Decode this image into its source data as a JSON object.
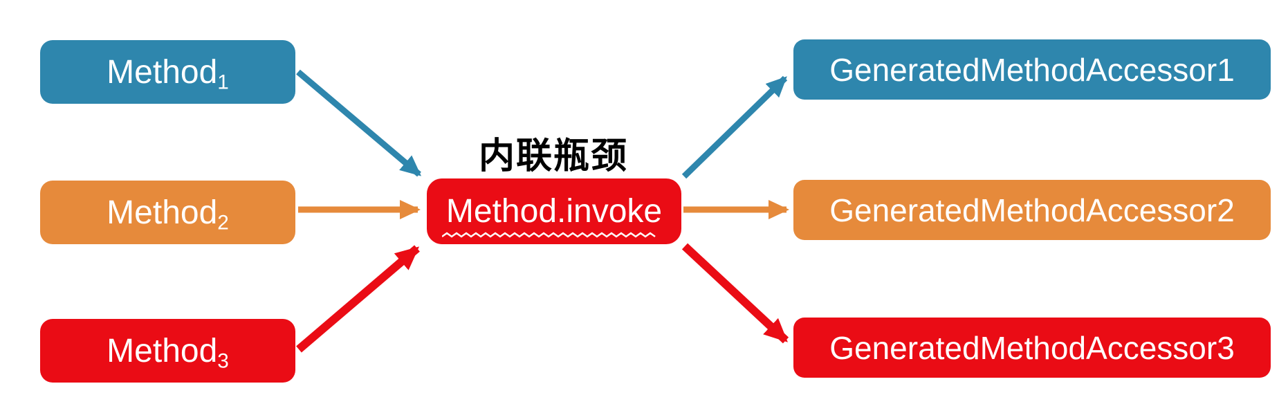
{
  "colors": {
    "blue": "#2E86AD",
    "orange": "#E68A3B",
    "red": "#EA0C15",
    "box_text": "#FFFFFF",
    "label_text": "#000000",
    "background": "#FFFFFF"
  },
  "diagram": {
    "bottleneck_label": "内联瓶颈",
    "center_box": {
      "label": "Method.invoke"
    },
    "left_boxes": [
      {
        "label": "Method",
        "subscript": "1",
        "color": "blue"
      },
      {
        "label": "Method",
        "subscript": "2",
        "color": "orange"
      },
      {
        "label": "Method",
        "subscript": "3",
        "color": "red"
      }
    ],
    "right_boxes": [
      {
        "label": "GeneratedMethodAccessor1",
        "color": "blue"
      },
      {
        "label": "GeneratedMethodAccessor2",
        "color": "orange"
      },
      {
        "label": "GeneratedMethodAccessor3",
        "color": "red"
      }
    ],
    "arrows": [
      {
        "from": "Method1",
        "to": "Method.invoke",
        "color": "blue"
      },
      {
        "from": "Method2",
        "to": "Method.invoke",
        "color": "orange"
      },
      {
        "from": "Method3",
        "to": "Method.invoke",
        "color": "red"
      },
      {
        "from": "Method.invoke",
        "to": "GeneratedMethodAccessor1",
        "color": "blue"
      },
      {
        "from": "Method.invoke",
        "to": "GeneratedMethodAccessor2",
        "color": "orange"
      },
      {
        "from": "Method.invoke",
        "to": "GeneratedMethodAccessor3",
        "color": "red"
      }
    ]
  }
}
